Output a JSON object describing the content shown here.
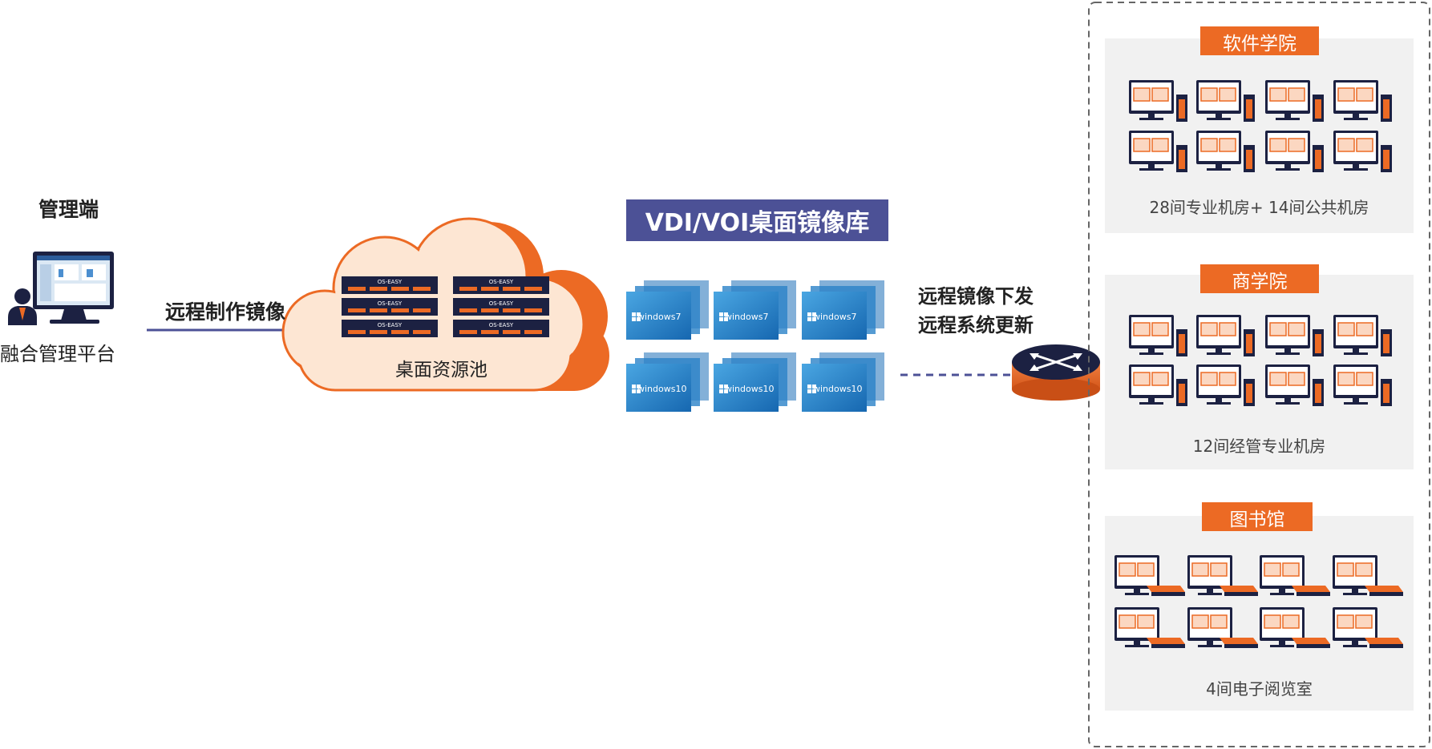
{
  "admin": {
    "title": "管理端",
    "platform": "融合管理平台",
    "remote_label": "远程制作镜像"
  },
  "pool": {
    "label": "桌面资源池",
    "server_brand": "OS-EASY"
  },
  "image_lib": {
    "title": "VDI/VOI桌面镜像库",
    "tiles": [
      "windows7",
      "windows7",
      "windows7",
      "windows10",
      "windows10",
      "windows10"
    ]
  },
  "distribution": {
    "line1": "远程镜像下发",
    "line2": "远程系统更新"
  },
  "sites": [
    {
      "name": "软件学院",
      "caption": "28间专业机房+ 14间公共机房",
      "device": "tower"
    },
    {
      "name": "商学院",
      "caption": "12间经管专业机房",
      "device": "tower"
    },
    {
      "name": "图书馆",
      "caption": "4间电子阅览室",
      "device": "box"
    }
  ],
  "colors": {
    "orange": "#ec6a24",
    "navy": "#1c2142",
    "purple": "#4c5196",
    "panel": "#f1f1f1"
  }
}
